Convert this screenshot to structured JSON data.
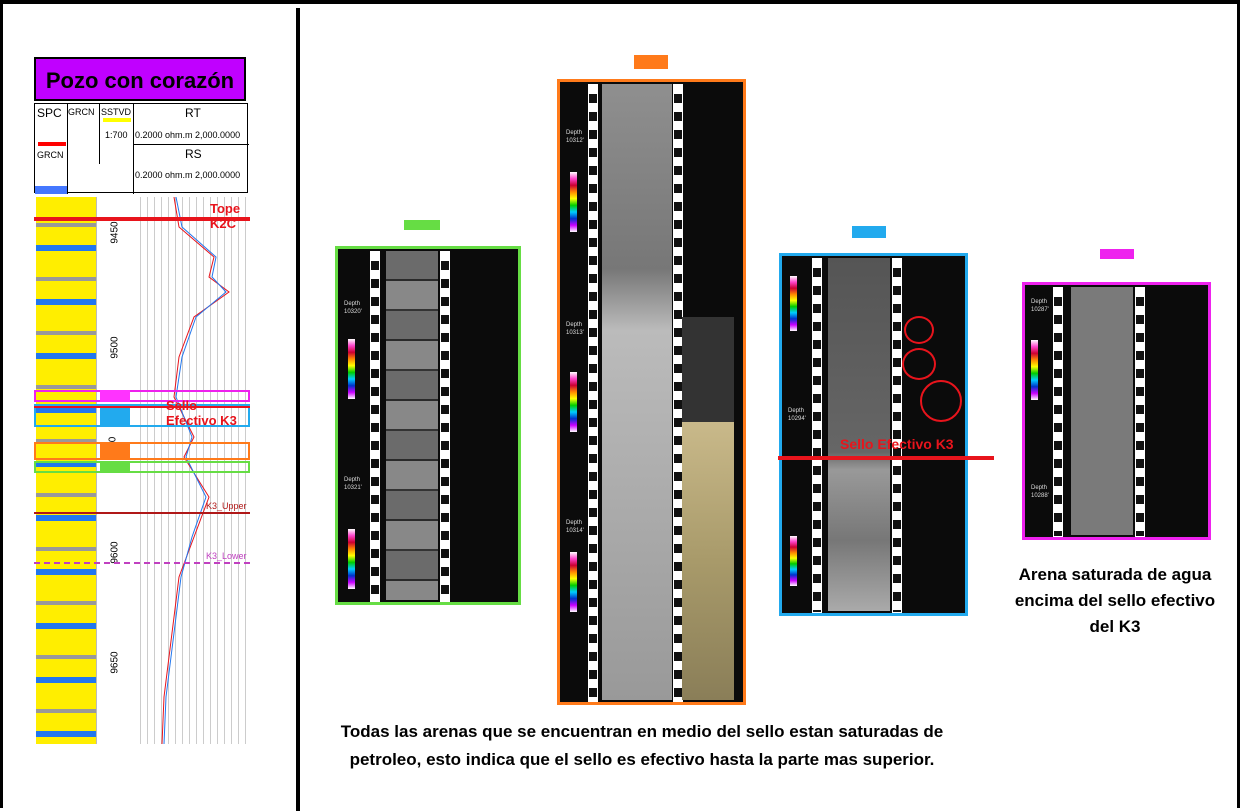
{
  "log_panel": {
    "title": "Pozo con corazón",
    "headers": {
      "spc": "SPC",
      "grcn": "GRCN",
      "sstvd": "SSTVD",
      "sstvd_scale": "1:700",
      "rt": "RT",
      "rt_range": "0.2000 ohm.m 2,000.0000",
      "rs": "RS",
      "rs_range": "0.2000 ohm.m 2,000.0000",
      "grcn2": "GRCN"
    },
    "depth_ticks": [
      "9450",
      "9500",
      "0",
      "9600",
      "9650"
    ],
    "markers": {
      "tope": "Tope K2C",
      "sello": "Sello Efectivo K3",
      "k3_upper": "K3_Upper",
      "k3_lower": "K3_Lower"
    }
  },
  "cores": [
    {
      "id": "green",
      "color": "#66dd44",
      "depths": [
        "Depth",
        "10320'",
        "Depth",
        "10321'"
      ]
    },
    {
      "id": "orange",
      "color": "#ff7a1a",
      "depths": [
        "Depth",
        "10312'",
        "Depth",
        "10313'",
        "Depth",
        "10314'"
      ]
    },
    {
      "id": "blue",
      "color": "#22aaee",
      "depths": [
        "Depth",
        "10294'"
      ],
      "marker": "Sello Efectivo K3"
    },
    {
      "id": "magenta",
      "color": "#ee22ee",
      "depths": [
        "Depth",
        "10287'",
        "Depth",
        "10288'"
      ]
    }
  ],
  "captions": {
    "magenta": "Arena saturada de agua encima del sello efectivo del K3",
    "bottom": "Todas las arenas que se encuentran en medio del sello estan saturadas de petroleo, esto indica que el sello es efectivo hasta la parte mas superior."
  },
  "colors": {
    "title_bg": "#c000ff",
    "marker_red": "#e8141c",
    "sand": "#ffee00"
  }
}
